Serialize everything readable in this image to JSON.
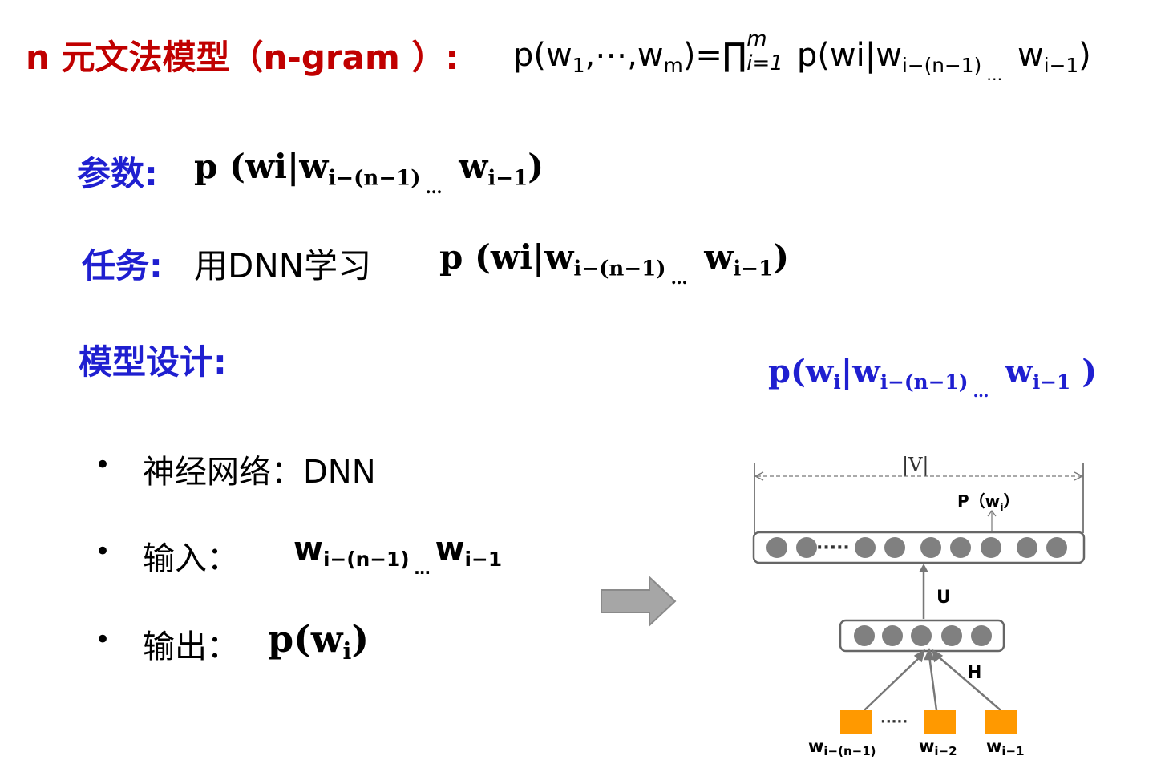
{
  "heading": {
    "title": "n 元文法模型（n-gram ）:",
    "formula": {
      "lhs_p": "p(w",
      "sub1": "1",
      "mid": ",⋯,w",
      "subm": "m",
      "eq": ")=",
      "prod": "∏",
      "prod_sup": "m",
      "prod_sub": "i=1",
      "rhs": " p(wi|w",
      "rhs_sub1": "i−(n−1)",
      "dots": "…",
      "rhs_w": " w",
      "rhs_sub2": "i−1",
      "close": ")"
    }
  },
  "params": {
    "label": "参数:",
    "formula_head": "p (wi|w",
    "sub1": "i−(n−1)",
    "dots": "…",
    "w": " w",
    "sub2": "i−1",
    "close": ")"
  },
  "task": {
    "label": "任务:",
    "text": "用DNN学习",
    "formula_head": "p (wi|w",
    "sub1": "i−(n−1)",
    "dots": "…",
    "w": " w",
    "sub2": "i−1",
    "close": ")"
  },
  "design": {
    "label": "模型设计:",
    "formula_head": "p(w",
    "sub_i": "i",
    "mid": "|w",
    "sub1": "i−(n−1)",
    "dots": "…",
    "w": " w",
    "sub2": "i−1",
    "close": " )"
  },
  "bullets": {
    "marker": "•",
    "network": "神经网络：DNN",
    "input_label": "输入：",
    "input_w1": "w",
    "input_sub1": "i−(n−1)",
    "input_dots": "…",
    "input_w2": "w",
    "input_sub2": "i−1",
    "output_label": "输出：",
    "output_formula": "p(w",
    "output_sub": "i",
    "output_close": ")"
  },
  "diagram": {
    "vocab_label": "|V|",
    "prob_label": "P（w",
    "prob_sub": "i",
    "prob_close": "）",
    "output_dots": "·····",
    "u_label": "U",
    "h_label": "H",
    "input_dots": "·····",
    "in1": "w",
    "in1_sub": "i−(n−1)",
    "in2": "w",
    "in2_sub": "i−2",
    "in3": "w",
    "in3_sub": "i−1",
    "node_color": "#808080",
    "input_color": "#ff9900",
    "arrow_color": "#a6a6a6"
  }
}
